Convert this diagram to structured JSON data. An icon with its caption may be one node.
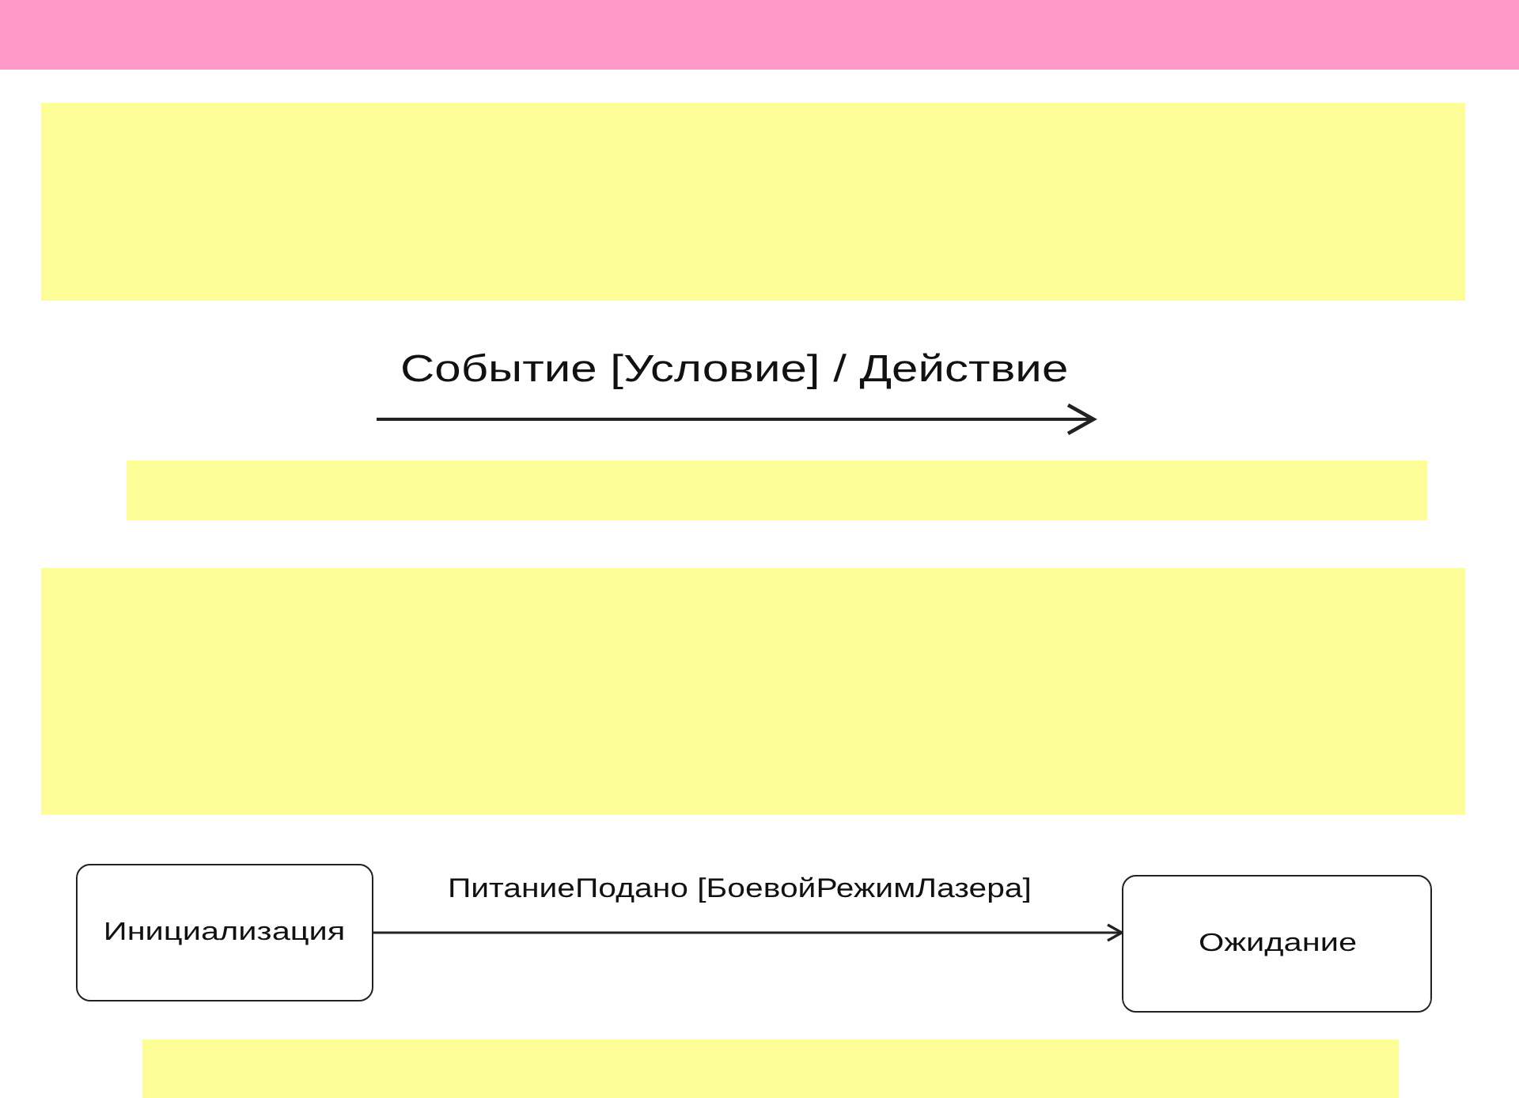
{
  "diagram": {
    "nodes": [
      {
        "text": [
          "Инициализация"
        ]
      },
      {
        "text": [
          "Ожидание"
        ]
      }
    ],
    "edges": [
      {
        "from": 0,
        "to": 1,
        "arrow": "to",
        "label": "ПитаниеПодано [БоевойРежимЛазера]"
      }
    ],
    "labels": [
      "Событие [Условие] / Действие"
    ]
  }
}
